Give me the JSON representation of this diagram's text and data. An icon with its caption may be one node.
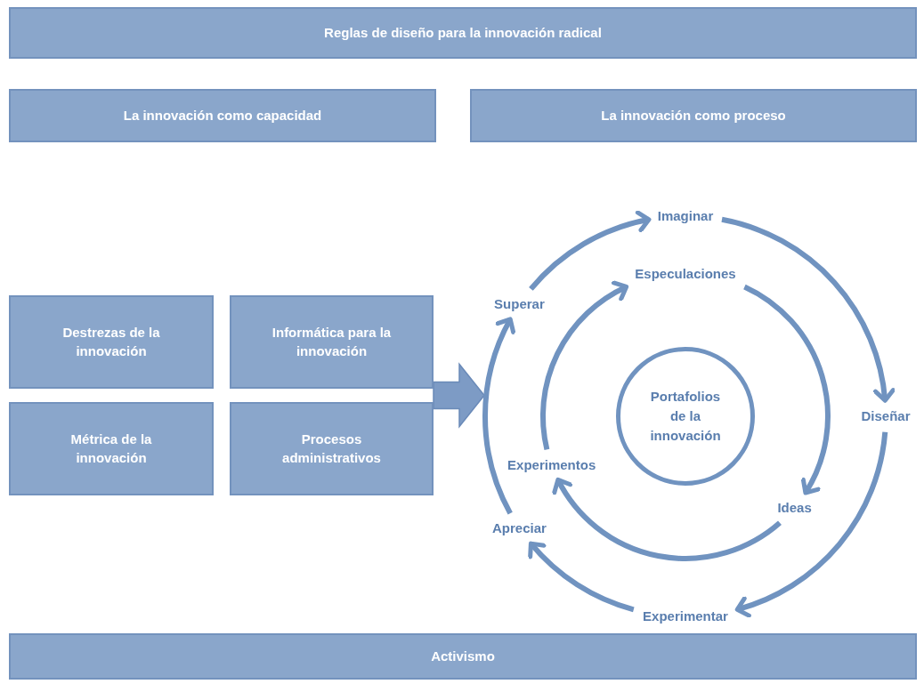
{
  "diagram": {
    "nodes": [
      {
        "text": [
          "Reglas de diseño para la innovación radical"
        ]
      },
      {
        "text": [
          "La innovación como capacidad"
        ]
      },
      {
        "text": [
          "La innovación como proceso"
        ]
      },
      {
        "text": [
          "Destrezas de la innovación"
        ]
      },
      {
        "text": [
          "Informática para la innovación"
        ]
      },
      {
        "text": [
          "Métrica de la innovación"
        ]
      },
      {
        "text": [
          "Procesos administrativos"
        ]
      },
      {
        "text": [
          "Portafolios de la innovación"
        ]
      },
      {
        "text": [
          "Imaginar"
        ]
      },
      {
        "text": [
          "Especulaciones"
        ]
      },
      {
        "text": [
          "Superar"
        ]
      },
      {
        "text": [
          "Diseñar"
        ]
      },
      {
        "text": [
          "Experimentos"
        ]
      },
      {
        "text": [
          "Ideas"
        ]
      },
      {
        "text": [
          "Apreciar"
        ]
      },
      {
        "text": [
          "Experimentar"
        ]
      },
      {
        "text": [
          "Activismo"
        ]
      }
    ],
    "edges": [
      {
        "from": 10,
        "to": 8,
        "arrow": "to"
      },
      {
        "from": 8,
        "to": 11,
        "arrow": "to"
      },
      {
        "from": 11,
        "to": 15,
        "arrow": "to"
      },
      {
        "from": 15,
        "to": 14,
        "arrow": "to"
      },
      {
        "from": 14,
        "to": 10,
        "arrow": "to"
      },
      {
        "from": 9,
        "to": 13,
        "arrow": "to"
      },
      {
        "from": 13,
        "to": 12,
        "arrow": "to"
      },
      {
        "from": 12,
        "to": 9,
        "arrow": "to"
      },
      {
        "from": 4,
        "to": null,
        "arrow": "to",
        "style": "thick"
      },
      {
        "from": 6,
        "to": null,
        "arrow": "to",
        "style": "thick"
      }
    ]
  }
}
